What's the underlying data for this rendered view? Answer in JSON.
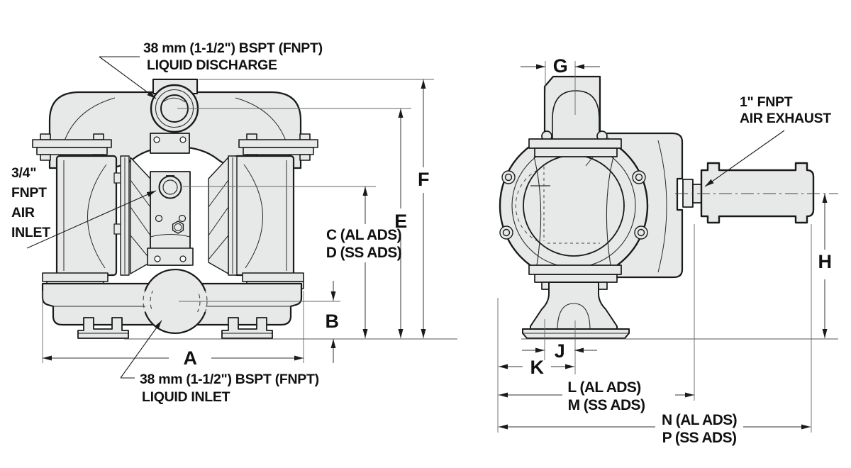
{
  "colors": {
    "background": "#ffffff",
    "body_fill": "#e7e8e8",
    "outline": "#1a1a1a",
    "dim_line": "#333333"
  },
  "front_view": {
    "notes": {
      "discharge": {
        "line1": "38 mm (1-1/2\") BSPT (FNPT)",
        "line2": "LIQUID DISCHARGE"
      },
      "air_inlet": {
        "line1": "3/4\"",
        "line2": "FNPT",
        "line3": "AIR",
        "line4": "INLET"
      },
      "liquid_inlet": {
        "line1": "38 mm (1-1/2\") BSPT (FNPT)",
        "line2": "LIQUID INLET"
      }
    },
    "dimensions": {
      "a": "A",
      "b": "B",
      "c": "C (AL ADS)",
      "d": "D (SS ADS)",
      "e": "E",
      "f": "F"
    }
  },
  "side_view": {
    "notes": {
      "air_exhaust": {
        "line1": "1\" FNPT",
        "line2": "AIR EXHAUST"
      }
    },
    "dimensions": {
      "g": "G",
      "h": "H",
      "j": "J",
      "k": "K",
      "l": "L (AL ADS)",
      "m": "M (SS ADS)",
      "n": "N (AL ADS)",
      "p": "P (SS ADS)"
    }
  }
}
